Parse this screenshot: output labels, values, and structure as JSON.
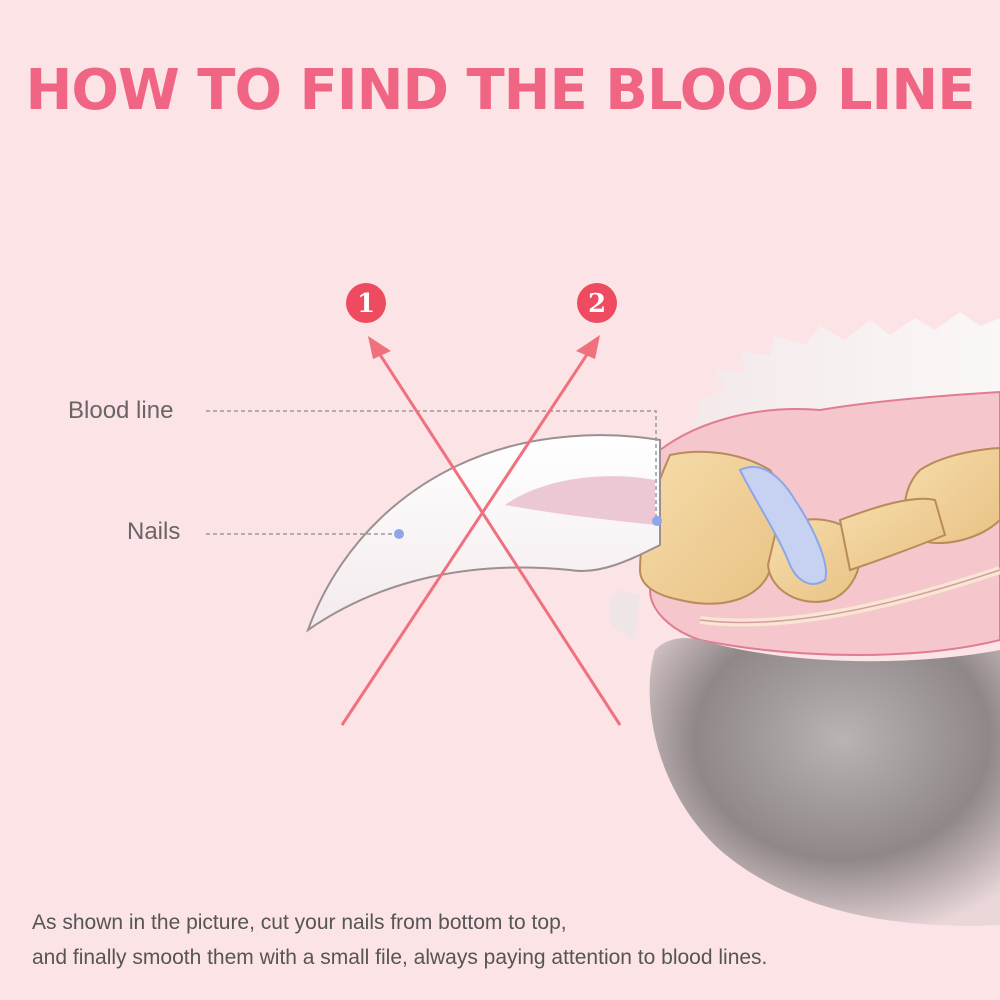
{
  "title": "HOW TO FIND THE BLOOD LINE",
  "labels": {
    "blood_line": "Blood line",
    "nails": "Nails"
  },
  "steps": [
    "1",
    "2"
  ],
  "caption": {
    "line1": "As shown in the picture, cut your nails from bottom to top,",
    "line2": "and finally smooth them with a small file, always paying attention to blood lines."
  },
  "colors": {
    "background": "#fbe3e6",
    "accent": "#f06484",
    "arrow": "#f0707e",
    "marker_dot": "#8ea6e8"
  }
}
